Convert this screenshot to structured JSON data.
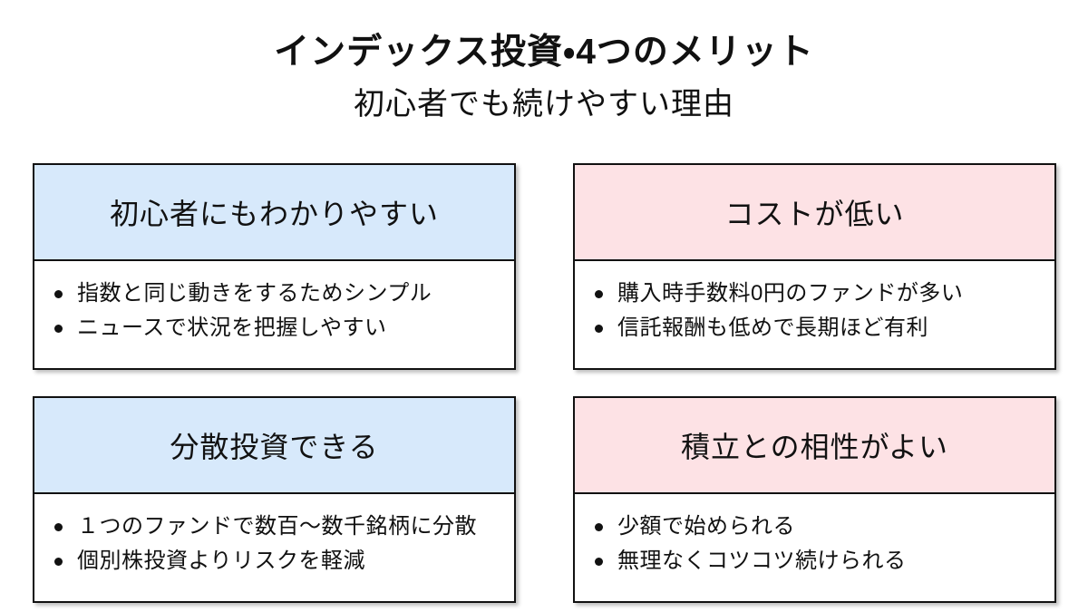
{
  "header": {
    "title": "インデックス投資・4つのメリット",
    "subtitle": "初心者でも続けやすい理由"
  },
  "colors": {
    "blue_accent": "#d7e9fb",
    "pink_accent": "#fde2e5",
    "border": "#111111",
    "text": "#111111",
    "background": "#ffffff"
  },
  "cards": [
    {
      "header": "初心者にもわかりやすい",
      "accent": "#d7e9fb",
      "bullets": [
        "指数と同じ動きをするためシンプル",
        "ニュースで状況を把握しやすい"
      ]
    },
    {
      "header": "コストが低い",
      "accent": "#fde2e5",
      "bullets": [
        "購入時手数料0円のファンドが多い",
        "信託報酬も低めで長期ほど有利"
      ]
    },
    {
      "header": "分散投資できる",
      "accent": "#d7e9fb",
      "bullets": [
        "１つのファンドで数百〜数千銘柄に分散",
        "個別株投資よりリスクを軽減"
      ]
    },
    {
      "header": "積立との相性がよい",
      "accent": "#fde2e5",
      "bullets": [
        "少額で始められる",
        "無理なくコツコツ続けられる"
      ]
    }
  ]
}
